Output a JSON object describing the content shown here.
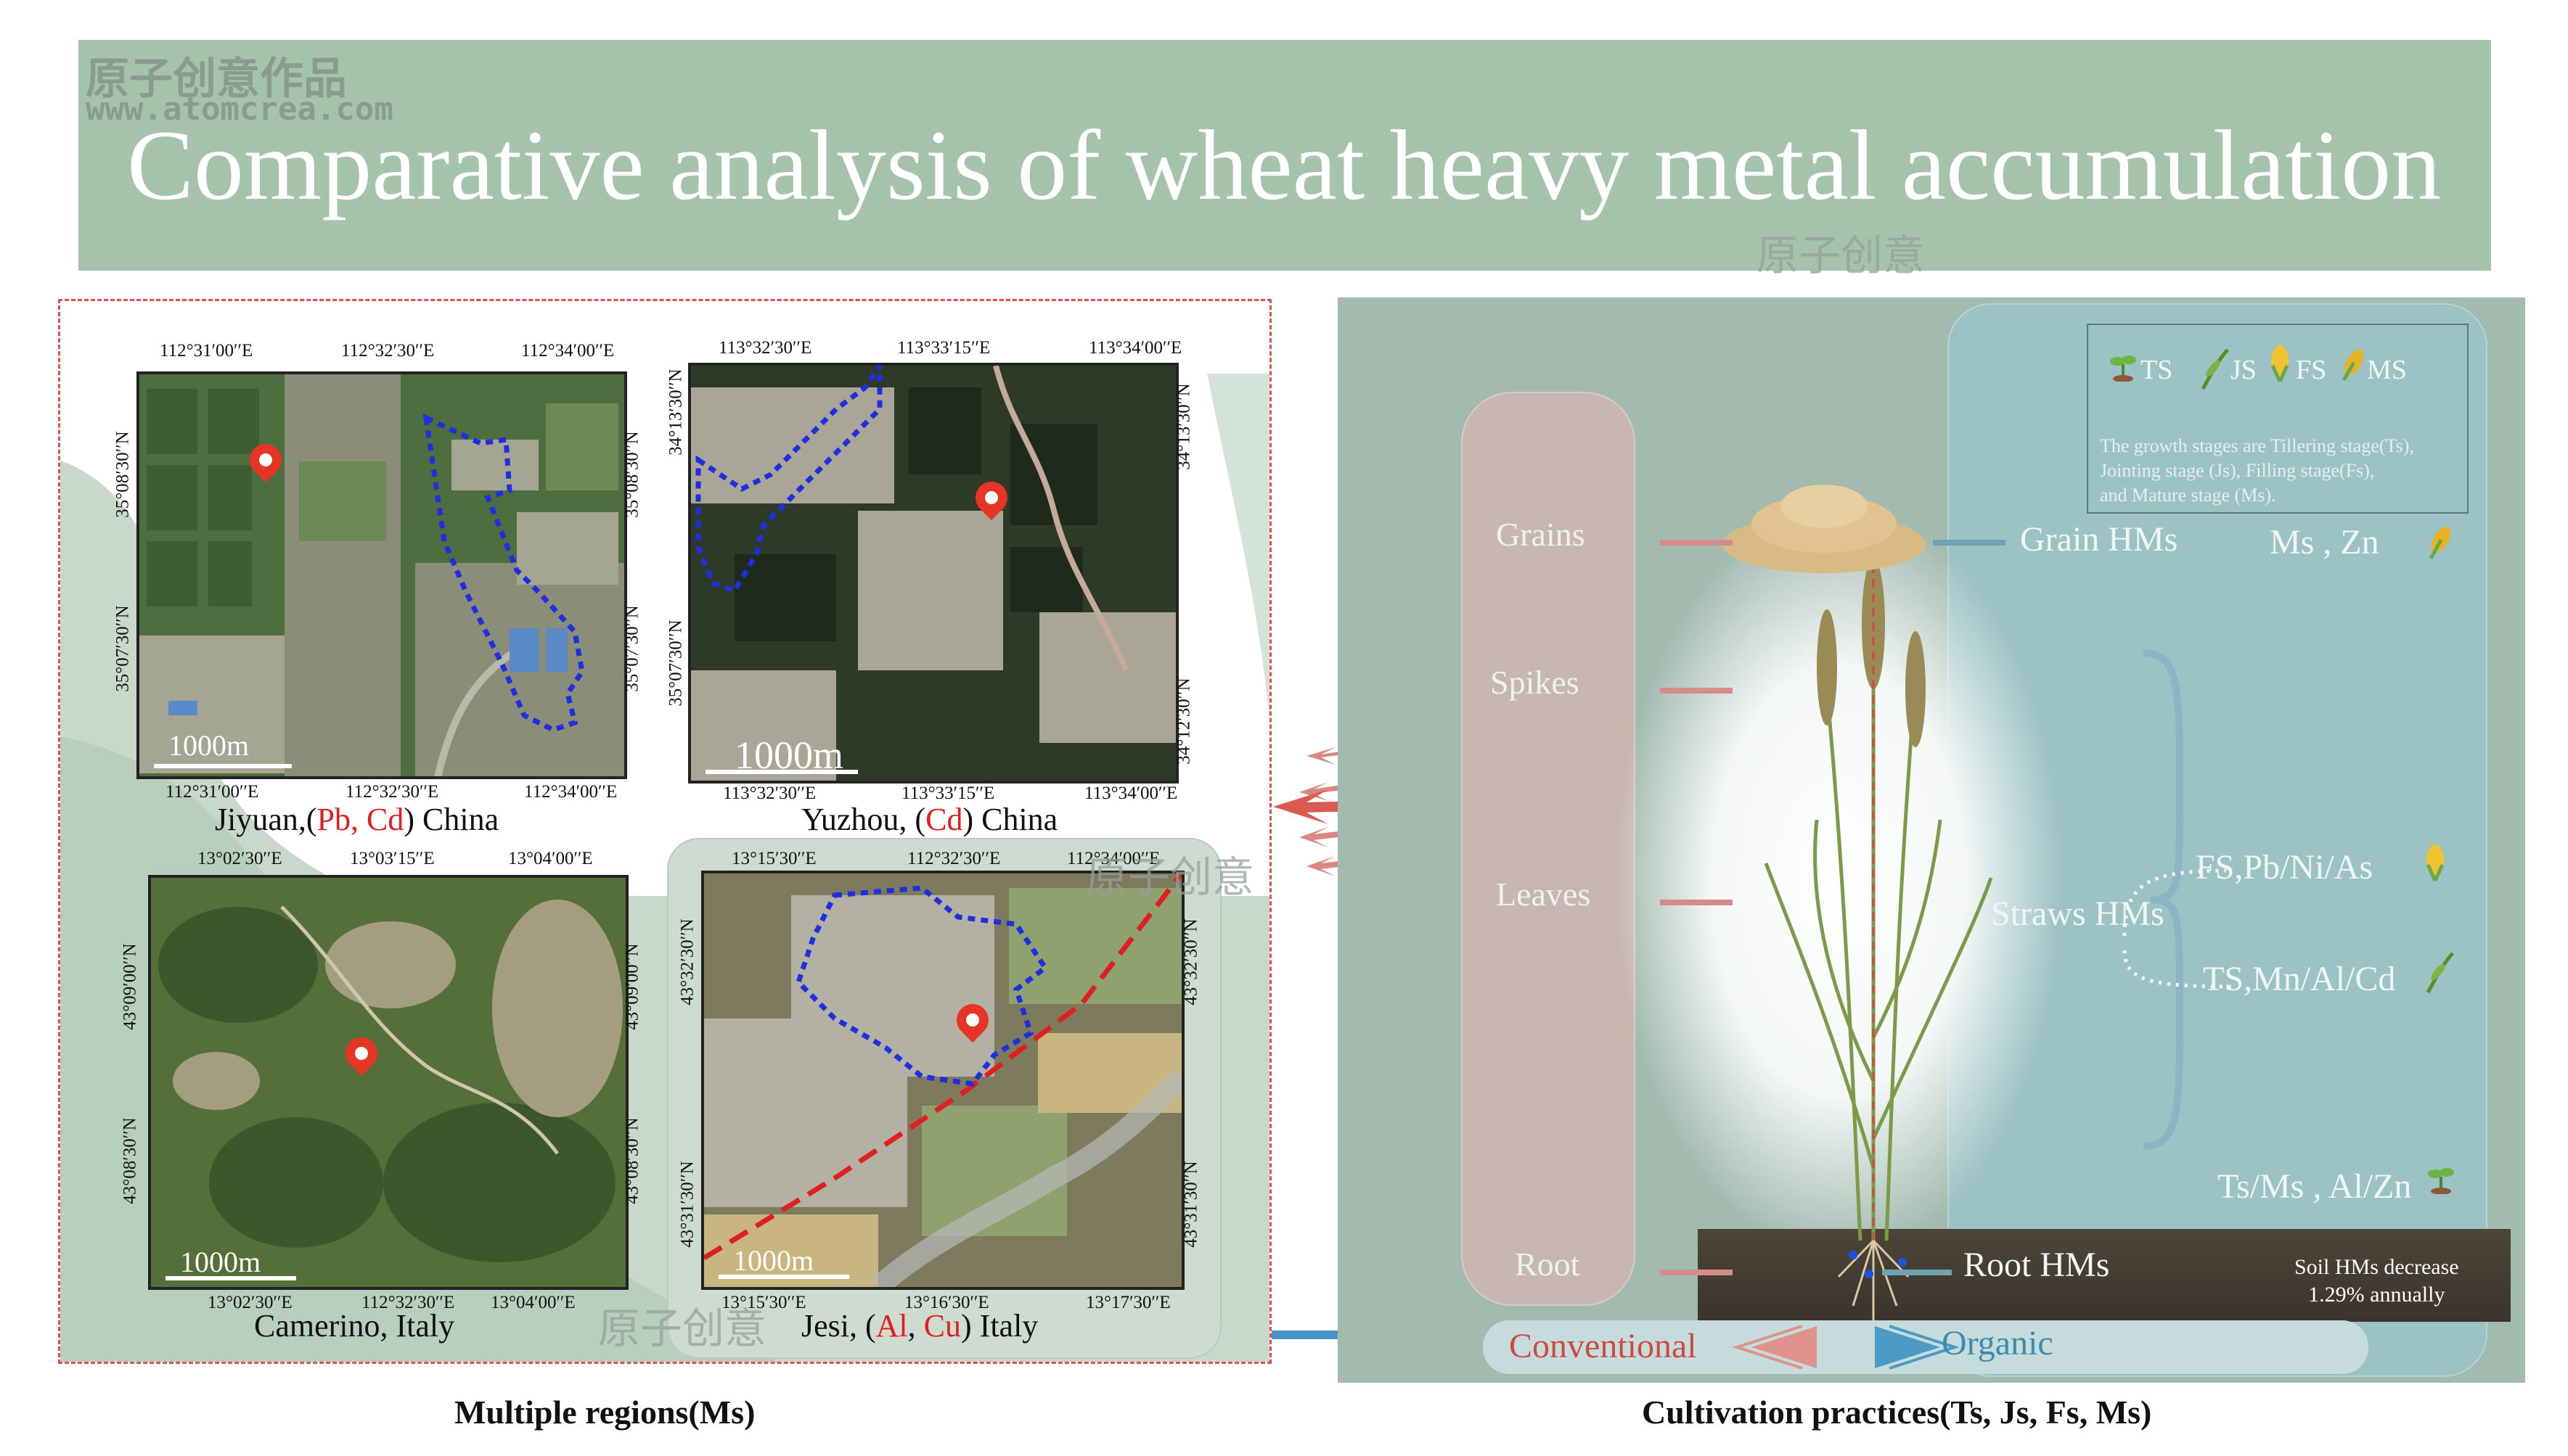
{
  "header": {
    "watermark_cn": "原子创意作品",
    "watermark_url": "www.atomcrea.com",
    "title": "Comparative analysis of wheat heavy metal accumulation",
    "watermark_mid": "原子创意"
  },
  "maps": {
    "jiyuan": {
      "top_coords": [
        "112°31′00′′E",
        "112°32′30′′E",
        "112°34′00′′E"
      ],
      "bottom_coords": [
        "112°31′00′′E",
        "112°32′30′′E",
        "112°34′00′′E"
      ],
      "left_coords": [
        "35°08′30′′N",
        "35°07′30′′N"
      ],
      "right_coords": [
        "35°08′30′′N",
        "35°07′30′′N"
      ],
      "scale": "1000m",
      "caption_place": "Jiyuan,(",
      "caption_metals": "Pb, Cd",
      "caption_country": ") China"
    },
    "yuzhou": {
      "top_coords": [
        "113°32′30′′E",
        "113°33′15′′E",
        "113°34′00′′E"
      ],
      "bottom_coords": [
        "113°32′30′′E",
        "113°33′15′′E",
        "113°34′00′′E"
      ],
      "left_coords": [
        "34°13′30′′N",
        "35°07′30′′N"
      ],
      "right_coords": [
        "34°13′30′′N",
        "34°12′30′′N"
      ],
      "scale": "1000m",
      "caption_place": "Yuzhou, (",
      "caption_metals": "Cd",
      "caption_country": ") China"
    },
    "camerino": {
      "top_coords": [
        "13°02′30′′E",
        "13°03′15′′E",
        "13°04′00′′E"
      ],
      "bottom_coords": [
        "13°02′30′′E",
        "112°32′30′′E",
        "13°04′00′′E"
      ],
      "left_coords": [
        "43°09′00′′N",
        "43°08′30′′N"
      ],
      "right_coords": [
        "43°09′00′′N",
        "43°08′30′′N"
      ],
      "scale": "1000m",
      "caption": "Camerino, Italy"
    },
    "jesi": {
      "top_coords": [
        "13°15′30′′E",
        "112°32′30′′E",
        "112°34′00′′E"
      ],
      "bottom_coords": [
        "13°15′30′′E",
        "13°16′30′′E",
        "13°17′30′′E"
      ],
      "left_coords": [
        "43°32′30′′N",
        "43°31′30′′N"
      ],
      "right_coords": [
        "43°32′30′′N",
        "43°31′30′′N"
      ],
      "scale": "1000m",
      "caption_place": "Jesi, (",
      "caption_metal1": "Al",
      "caption_sep": ", ",
      "caption_metal2": "Cu",
      "caption_country": ") Italy"
    }
  },
  "legend": {
    "ts": "TS",
    "js": "JS",
    "fs": "FS",
    "ms": "MS",
    "note_lines": [
      "The growth stages are Tillering stage(Ts),",
      "Jointing stage (Js), Filling stage(Fs),",
      "and Mature stage (Ms)."
    ]
  },
  "plant": {
    "organs": [
      "Grains",
      "Spikes",
      "Leaves",
      "Root"
    ],
    "grain_hms": "Grain HMs",
    "grain_hms_stage": "Ms , Zn",
    "straws_hms": "Straws HMs",
    "straw_fs": "FS,Pb/Ni/As",
    "straw_ts": "TS,Mn/Al/Cd",
    "ts_ms": "Ts/Ms , Al/Zn",
    "root_hms": "Root HMs",
    "soil_note_1": "Soil HMs decrease",
    "soil_note_2": "1.29% annually",
    "conventional": "Conventional",
    "organic": "Organic"
  },
  "footer": {
    "left": "Multiple regions(Ms)",
    "right": "Cultivation practices(Ts, Js, Fs, Ms)"
  },
  "colors": {
    "banner": "#a5c2aa",
    "panel": "#a3baaf",
    "accent_red": "#e02020",
    "organic_blue": "#3d8bb0"
  }
}
